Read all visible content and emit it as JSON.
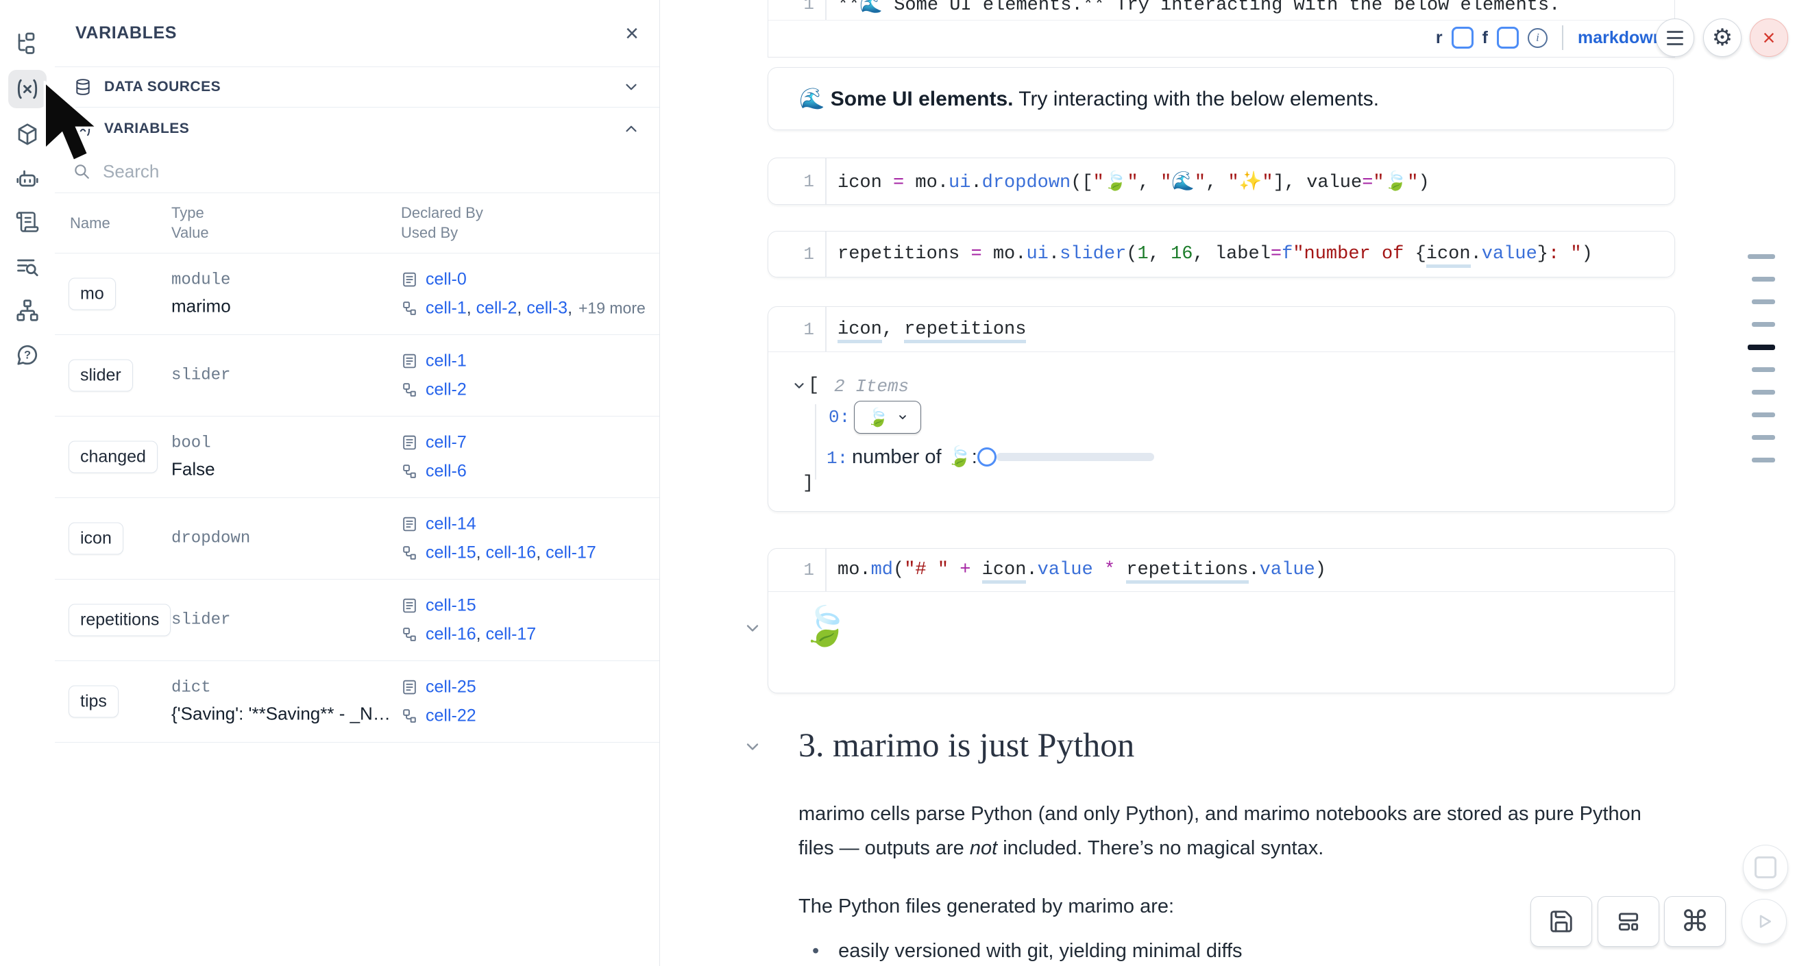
{
  "sidebar": {
    "items": [
      {
        "name": "file-tree"
      },
      {
        "name": "variables",
        "active": true
      },
      {
        "name": "packages"
      },
      {
        "name": "ai-assistant"
      },
      {
        "name": "scratchpad"
      },
      {
        "name": "logs"
      },
      {
        "name": "dependency-graph"
      },
      {
        "name": "help"
      }
    ]
  },
  "panel": {
    "title": "VARIABLES",
    "close": "×",
    "data_sources": {
      "label": "DATA SOURCES"
    },
    "variables_section": {
      "label": "VARIABLES"
    },
    "search": {
      "placeholder": "Search"
    },
    "table": {
      "headers": {
        "name": "Name",
        "type": "Type",
        "value": "Value",
        "declared_by": "Declared By",
        "used_by": "Used By"
      },
      "rows": [
        {
          "name": "mo",
          "type": "module",
          "value": "marimo",
          "declared": [
            "cell-0"
          ],
          "used": [
            "cell-1",
            "cell-2",
            "cell-3"
          ],
          "more": "+19 more"
        },
        {
          "name": "slider",
          "type": "slider",
          "value": "",
          "declared": [
            "cell-1"
          ],
          "used": [
            "cell-2"
          ],
          "more": ""
        },
        {
          "name": "changed",
          "type": "bool",
          "value": "False",
          "declared": [
            "cell-7"
          ],
          "used": [
            "cell-6"
          ],
          "more": ""
        },
        {
          "name": "icon",
          "type": "dropdown",
          "value": "",
          "declared": [
            "cell-14"
          ],
          "used": [
            "cell-15",
            "cell-16",
            "cell-17"
          ],
          "more": ""
        },
        {
          "name": "repetitions",
          "type": "slider",
          "value": "",
          "declared": [
            "cell-15"
          ],
          "used": [
            "cell-16",
            "cell-17"
          ],
          "more": ""
        },
        {
          "name": "tips",
          "type": "dict",
          "value": "{'Saving': '**Saving** - _Na...",
          "declared": [
            "cell-25"
          ],
          "used": [
            "cell-22"
          ],
          "more": ""
        }
      ]
    }
  },
  "notebook": {
    "top_cell": {
      "line_no": "1",
      "source_tokens": [
        [
          "k",
          "**🌊 Some UI elements.** Try interacting with the below elements."
        ]
      ],
      "toolbar": {
        "r_label": "r",
        "f_label": "f",
        "markdown_label": "markdown"
      }
    },
    "md_output": {
      "segments": [
        {
          "t": "🌊 "
        },
        {
          "t": "Some UI elements.",
          "b": true
        },
        {
          "t": " Try interacting with the below elements."
        }
      ]
    },
    "dropdown_cell": {
      "line_no": "1",
      "tokens": [
        [
          "k",
          "icon"
        ],
        [
          "sp",
          " "
        ],
        [
          "op",
          "="
        ],
        [
          "sp",
          " "
        ],
        [
          "k",
          "mo"
        ],
        [
          "p",
          "."
        ],
        [
          "fn",
          "ui"
        ],
        [
          "p",
          "."
        ],
        [
          "fn",
          "dropdown"
        ],
        [
          "p",
          "(["
        ],
        [
          "str",
          "\"🍃\""
        ],
        [
          "p",
          ", "
        ],
        [
          "str",
          "\"🌊\""
        ],
        [
          "p",
          ", "
        ],
        [
          "str",
          "\"✨\""
        ],
        [
          "p",
          "], "
        ],
        [
          "k",
          "value"
        ],
        [
          "op",
          "="
        ],
        [
          "str",
          "\"🍃\""
        ],
        [
          "p",
          ")"
        ]
      ]
    },
    "slider_cell": {
      "line_no": "1",
      "tokens": [
        [
          "k",
          "repetitions"
        ],
        [
          "sp",
          " "
        ],
        [
          "op",
          "="
        ],
        [
          "sp",
          " "
        ],
        [
          "k",
          "mo"
        ],
        [
          "p",
          "."
        ],
        [
          "fn",
          "ui"
        ],
        [
          "p",
          "."
        ],
        [
          "fn",
          "slider"
        ],
        [
          "p",
          "("
        ],
        [
          "num",
          "1"
        ],
        [
          "p",
          ", "
        ],
        [
          "num",
          "16"
        ],
        [
          "p",
          ", "
        ],
        [
          "k",
          "label"
        ],
        [
          "op",
          "="
        ],
        [
          "fn",
          "f"
        ],
        [
          "str",
          "\"number of "
        ],
        [
          "p",
          "{"
        ],
        [
          "ku",
          "icon"
        ],
        [
          "p",
          "."
        ],
        [
          "fn",
          "value"
        ],
        [
          "p",
          "}"
        ],
        [
          "str",
          ": \""
        ],
        [
          "p",
          ")"
        ]
      ]
    },
    "expr_cell": {
      "line_no": "1",
      "tokens": [
        [
          "ku",
          "icon"
        ],
        [
          "p",
          ", "
        ],
        [
          "ku",
          "repetitions"
        ]
      ]
    },
    "expr_output": {
      "bracket_open": "[",
      "items_count": "2 Items",
      "index0": "0:",
      "index1": "1:",
      "dropdown_value": "🍃",
      "slider_label": "number of 🍃: ",
      "bracket_close": "]"
    },
    "md_cell": {
      "line_no": "1",
      "tokens": [
        [
          "k",
          "mo"
        ],
        [
          "p",
          "."
        ],
        [
          "fn",
          "md"
        ],
        [
          "p",
          "("
        ],
        [
          "str",
          "\"# \""
        ],
        [
          "sp",
          " "
        ],
        [
          "op",
          "+"
        ],
        [
          "sp",
          " "
        ],
        [
          "ku",
          "icon"
        ],
        [
          "p",
          "."
        ],
        [
          "fn",
          "value"
        ],
        [
          "sp",
          " "
        ],
        [
          "op",
          "*"
        ],
        [
          "sp",
          " "
        ],
        [
          "ku",
          "repetitions"
        ],
        [
          "p",
          "."
        ],
        [
          "fn",
          "value"
        ],
        [
          "p",
          ")"
        ]
      ]
    },
    "md_cell_output": {
      "text": "🍃"
    },
    "section": {
      "heading": "3. marimo is just Python",
      "para1_segments": [
        {
          "t": "marimo cells parse Python (and only Python), and marimo notebooks are stored as pure Python files — outputs are "
        },
        {
          "t": "not",
          "i": true
        },
        {
          "t": " included. There’s no magical syntax."
        }
      ],
      "para2": "The Python files generated by marimo are:",
      "bullet": "easily versioned with git, yielding minimal diffs"
    }
  },
  "minimap": {
    "dashes": [
      {
        "wide": true
      },
      {},
      {},
      {},
      {
        "active": true,
        "wide": true
      },
      {},
      {},
      {},
      {},
      {}
    ]
  },
  "buttons": {
    "top_right": [
      {
        "icon": "menu-icon"
      },
      {
        "icon": "gear-icon"
      },
      {
        "icon": "close-icon"
      }
    ],
    "bottom_right": [
      {
        "icon": "save-icon"
      },
      {
        "icon": "layout-icon"
      },
      {
        "icon": "command-icon"
      }
    ],
    "run_controls": [
      {
        "icon": "stop-icon"
      },
      {
        "icon": "play-icon"
      }
    ]
  },
  "colors": {
    "accent_blue": "#2563eb",
    "link_blue": "#2563eb",
    "code_fn_blue": "#3a6fd8",
    "code_op_purple": "#a626a4",
    "code_string_red": "#a31515",
    "code_num_green": "#1c7c2a",
    "close_red": "#d5392e",
    "border_gray": "#e4e7ec",
    "slider_accent": "#4f8ef7"
  }
}
